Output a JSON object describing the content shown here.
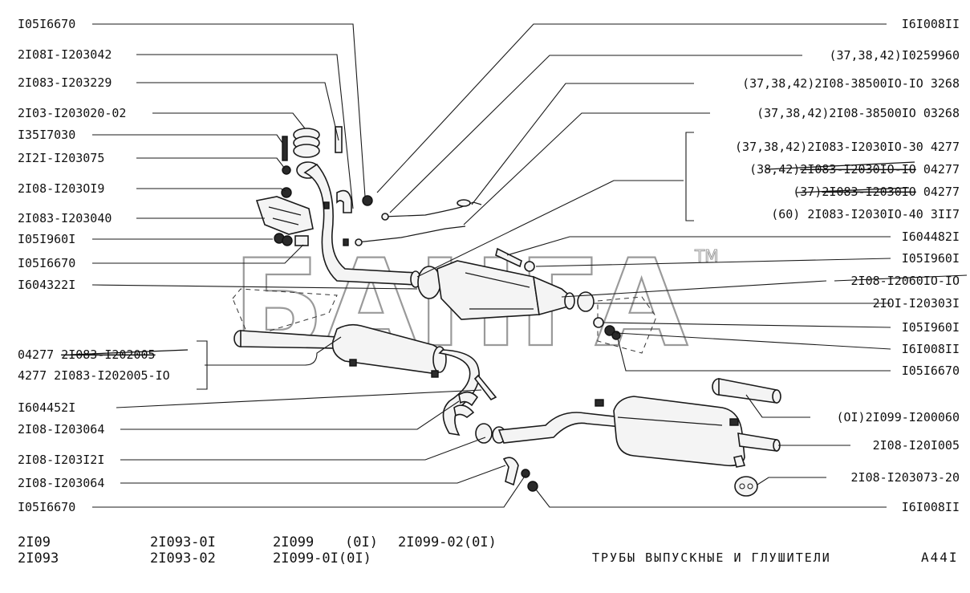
{
  "labels_left": [
    {
      "text": "I05I6670"
    },
    {
      "text": "2I08I-I203042"
    },
    {
      "text": "2I083-I203229"
    },
    {
      "text": "2I03-I203020-02"
    },
    {
      "text": "I35I7030"
    },
    {
      "text": "2I2I-I203075"
    },
    {
      "text": "2I08-I203OI9"
    },
    {
      "text": "2I083-I203040"
    },
    {
      "text": "I05I960I"
    },
    {
      "text": "I05I6670"
    },
    {
      "text": "I604322I"
    },
    {
      "text": "2I08-I203064"
    },
    {
      "text": "2I08-I203I2I"
    },
    {
      "text": "2I08-I203064"
    },
    {
      "text": "I05I6670"
    },
    {
      "text": "I604452I"
    }
  ],
  "labels_right": [
    {
      "text": "I6I008II"
    },
    {
      "text": "(37,38,42)I0259960"
    },
    {
      "text": "(37,38,42)2I08-38500IO-IO 3268"
    },
    {
      "text": "(37,38,42)2I08-38500IO 03268"
    },
    {
      "text": "I604482I"
    },
    {
      "text": "I05I960I"
    },
    {
      "text": "2I08-I2060IO-IO"
    },
    {
      "text": "2IOI-I20303I"
    },
    {
      "text": "I05I960I"
    },
    {
      "text": "I6I008II"
    },
    {
      "text": "I05I6670"
    },
    {
      "text": "(OI)2I099-I200060"
    },
    {
      "text": "2I08-I20I005"
    },
    {
      "text": "2I08-I203073-20"
    },
    {
      "text": "I6I008II"
    }
  ],
  "variant_group_right": [
    {
      "prefix": "(37,38,42)",
      "code": "2I083-I2030IO-30",
      "suffix": " 4277",
      "struck": false
    },
    {
      "prefix": "(38,42)",
      "code": "2I083-I2030IO-IO",
      "suffix": " 04277",
      "struck": true
    },
    {
      "prefix": "(37)",
      "code": "2I083-I2030IO",
      "suffix": " 04277",
      "struck": true
    },
    {
      "prefix": "(60) ",
      "code": "2I083-I2030IO-40",
      "suffix": " 3II7",
      "struck": false
    }
  ],
  "variant_group_left": [
    {
      "prefix": "04277 ",
      "code": "2I083-I202005",
      "struck": true
    },
    {
      "prefix": "4277 ",
      "code": "2I083-I202005-IO",
      "struck": false
    }
  ],
  "models": [
    [
      "2I09",
      "2I093"
    ],
    [
      "2I093-0I",
      "2I093-02"
    ],
    [
      "2I099",
      "2I099-0I(0I)"
    ],
    [
      "(0I)",
      ""
    ],
    [
      "2I099-02(0I)",
      ""
    ]
  ],
  "title": "ТРУБЫ ВЫПУСКНЫЕ И ГЛУШИТЕЛИ",
  "page_code": "A44I",
  "watermark": {
    "text": "БАНГА",
    "tm": "TM"
  }
}
